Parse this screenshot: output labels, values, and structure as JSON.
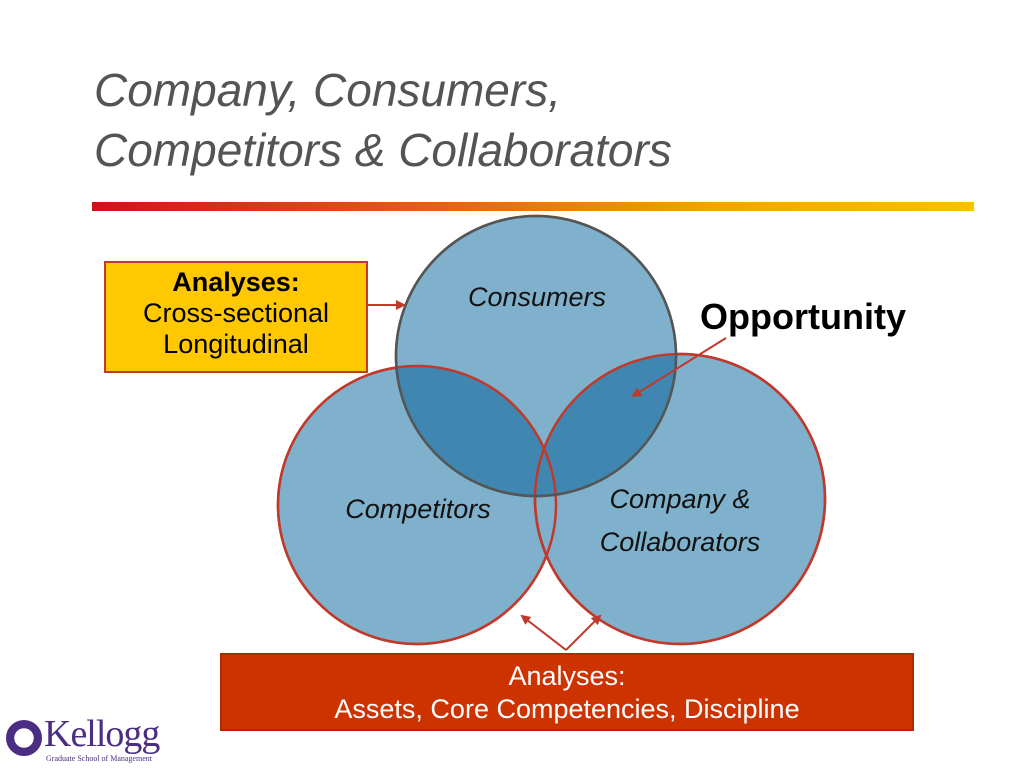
{
  "slide": {
    "title_line1": "Company, Consumers,",
    "title_line2": "Competitors & Collaborators"
  },
  "venn": {
    "consumers_label": "Consumers",
    "competitors_label": "Competitors",
    "company_label_line1": "Company &",
    "company_label_line2": "Collaborators",
    "circle_fill": "#7fb1cc",
    "overlap_fill": "#3f87b0"
  },
  "callouts": {
    "top_left": {
      "heading": "Analyses:",
      "line1": "Cross-sectional",
      "line2": "Longitudinal"
    },
    "opportunity": "Opportunity",
    "bottom": {
      "line1": "Analyses:",
      "line2": "Assets, Core Competencies, Discipline"
    }
  },
  "logo": {
    "name": "Kellogg",
    "subtitle": "Graduate School of Management"
  },
  "colors": {
    "title": "#545454",
    "yellow_box": "#ffc800",
    "red_box": "#cc3300",
    "arrow": "#c0392b",
    "brand": "#4b2e83"
  }
}
